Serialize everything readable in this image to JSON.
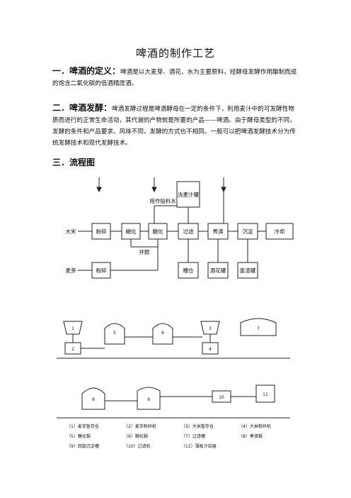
{
  "title": "啤酒的制作工艺",
  "section1": {
    "heading": "一．啤酒的定义：",
    "text": "啤酒是以大麦芽、酒花、水为主要原料，经酵母发酵作用酿制而成的饱含二氧化碳的低酒精度酒。"
  },
  "section2": {
    "heading": "二．啤酒发酵：",
    "text1": "啤酒发酵过程是啤酒酵母在一定的条件下，利用麦汁中的可发酵性物质而进行的正常生命活动，其代谢的产物就是所要的产品——啤酒。由于酵母类型的不同，发酵的条件和产品要求、风味不同，发酵的方式也不相同。一般可以把啤酒发酵技术分为传统发酵技术和现代发酵技术。"
  },
  "section3": {
    "heading": "三．流程图"
  },
  "flow1": {
    "labels": {
      "rice": "大米",
      "malt": "麦芽",
      "crush1": "粉碎",
      "crush2": "粉碎",
      "liquefy": "糊化",
      "saccharify": "糖化",
      "filter": "过滤",
      "boil": "煮沸",
      "settle": "沉淀",
      "cool": "冷却",
      "wash_tank": "洗麦汁罐",
      "water": "用作投料水",
      "merge": "并醪",
      "grain": "糟仓",
      "hops_tank": "酒花罐",
      "residue": "废渣罐"
    }
  },
  "flow2": {
    "legend": [
      "（1）麦芽暂存仓",
      "（2）麦芽粉碎机",
      "（3）大米暂存仓",
      "（4）大米粉碎机",
      "（5）糖化锅",
      "（6）糊化锅",
      "（7）过滤槽",
      "（8）煮沸锅",
      "（9）回旋沉淀槽",
      "（10）过滤机",
      "（11）薄板冷却器"
    ],
    "nums": [
      "1",
      "2",
      "3",
      "4",
      "5",
      "6",
      "7",
      "8",
      "9",
      "10",
      "11"
    ]
  }
}
